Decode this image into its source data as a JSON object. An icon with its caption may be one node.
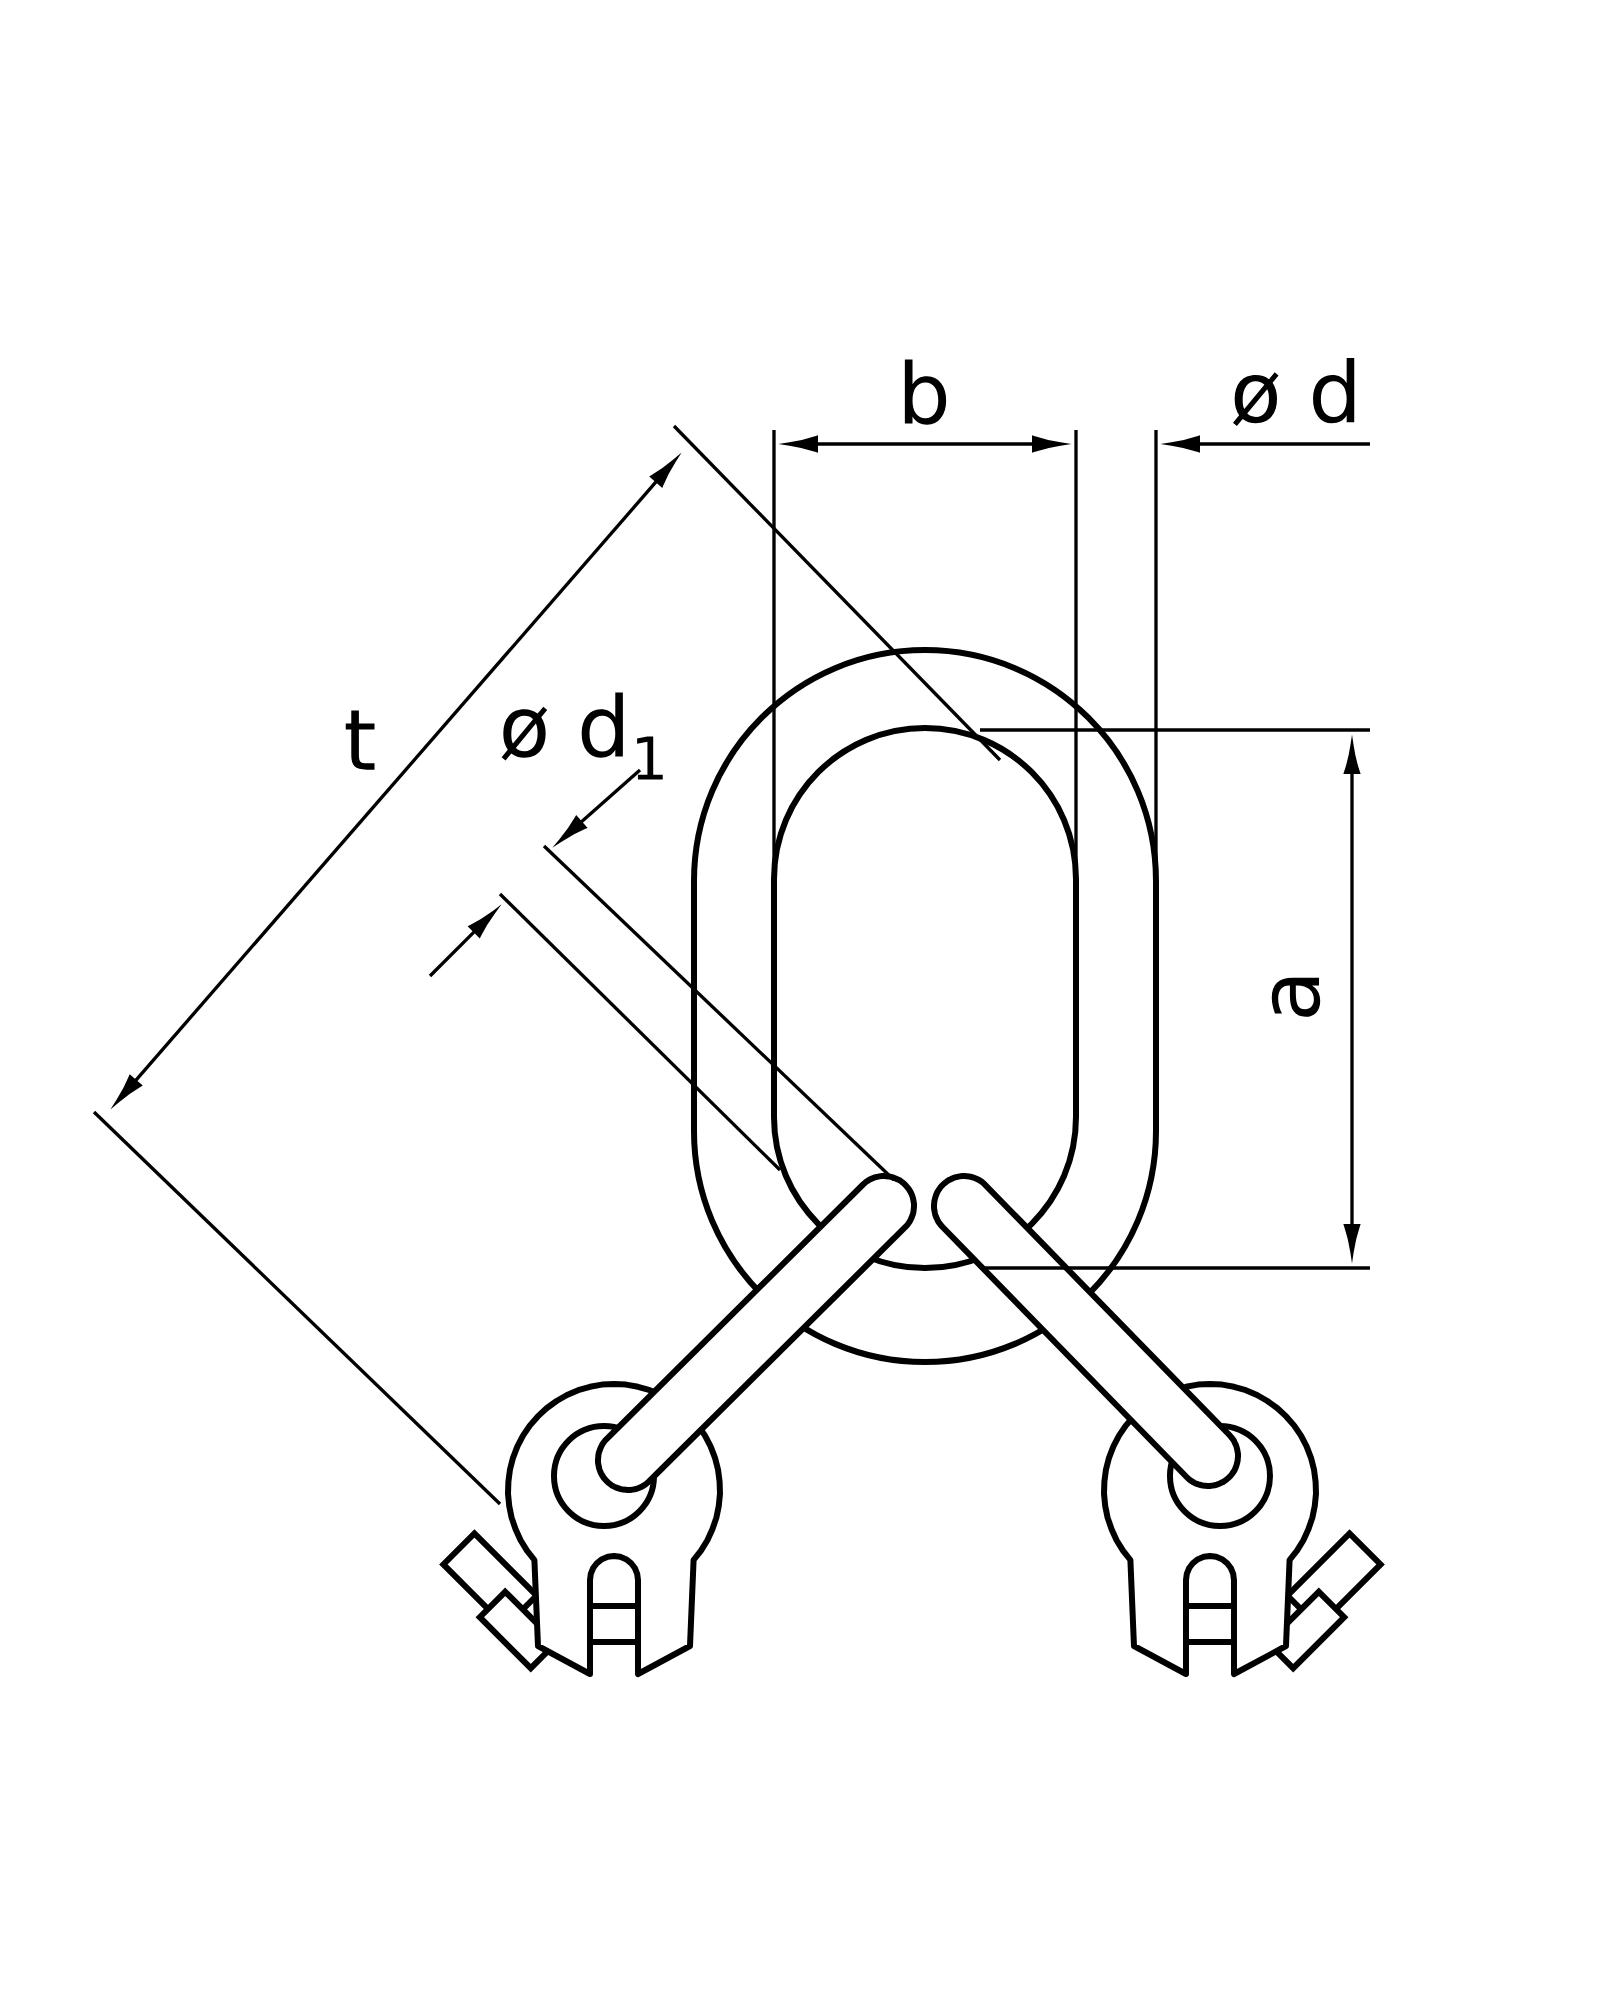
{
  "diagram": {
    "labels": [
      "b",
      "ø d",
      "t",
      "ø d$_{1}$",
      "a"
    ]
  }
}
